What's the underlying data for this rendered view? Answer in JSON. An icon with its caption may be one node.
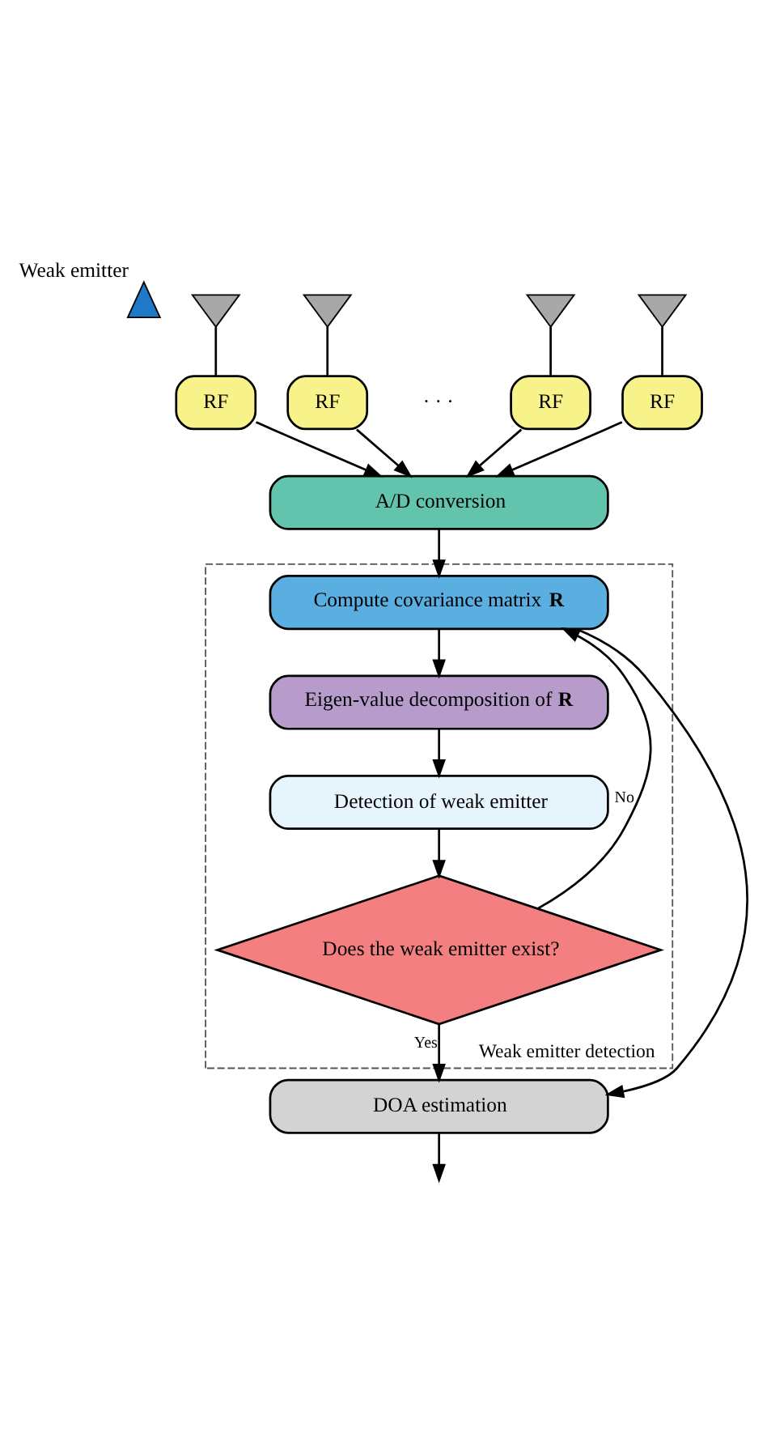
{
  "diagram": {
    "nodes": [
      {
        "text": [],
        "shape": "tower",
        "beside": [
          "Weak emitter"
        ]
      },
      {
        "text": [],
        "shape": "triangle"
      },
      {
        "text": [],
        "shape": "triangle"
      },
      {
        "text": [],
        "shape": "triangle"
      },
      {
        "text": [],
        "shape": "triangle"
      },
      {
        "text": [
          "RF"
        ]
      },
      {
        "text": [
          "RF"
        ]
      },
      {
        "text": [
          "RF"
        ]
      },
      {
        "text": [
          "RF"
        ]
      },
      {
        "text": [
          "A/D conversion"
        ]
      },
      {
        "text": [
          "Weak emitter detection"
        ]
      },
      {
        "text": [
          "Compute covariance matrix **R**"
        ],
        "in": 10
      },
      {
        "text": [
          "Eigen-value decomposition of **R**"
        ],
        "in": 10
      },
      {
        "text": [
          "Detection of weak emitter"
        ],
        "in": 10
      },
      {
        "text": [
          "Does the weak emitter exist?"
        ],
        "in": 10
      },
      {
        "text": [
          "DOA estimation"
        ]
      }
    ],
    "edges": [
      {
        "from": 1,
        "to": 5,
        "arrow": "none"
      },
      {
        "from": 2,
        "to": 6,
        "arrow": "none"
      },
      {
        "from": 3,
        "to": 7,
        "arrow": "none"
      },
      {
        "from": 4,
        "to": 8,
        "arrow": "none"
      },
      {
        "from": 5,
        "to": 9,
        "arrow": "to"
      },
      {
        "from": 6,
        "to": 9,
        "arrow": "to"
      },
      {
        "from": 7,
        "to": 9,
        "arrow": "to"
      },
      {
        "from": 8,
        "to": 9,
        "arrow": "to"
      },
      {
        "from": 9,
        "to": 11,
        "arrow": "to"
      },
      {
        "from": 11,
        "to": 12,
        "arrow": "to"
      },
      {
        "from": 12,
        "to": 13,
        "arrow": "to"
      },
      {
        "from": 13,
        "to": 14,
        "arrow": "to"
      },
      {
        "from": 14,
        "to": 11,
        "arrow": "to",
        "label": "No"
      },
      {
        "from": 14,
        "to": 15,
        "arrow": "to",
        "label": "Yes"
      },
      {
        "from": 11,
        "to": 15,
        "arrow": "to"
      },
      {
        "from": 15,
        "to": null,
        "arrow": "to"
      }
    ],
    "labels": [
      "· · ·"
    ]
  }
}
